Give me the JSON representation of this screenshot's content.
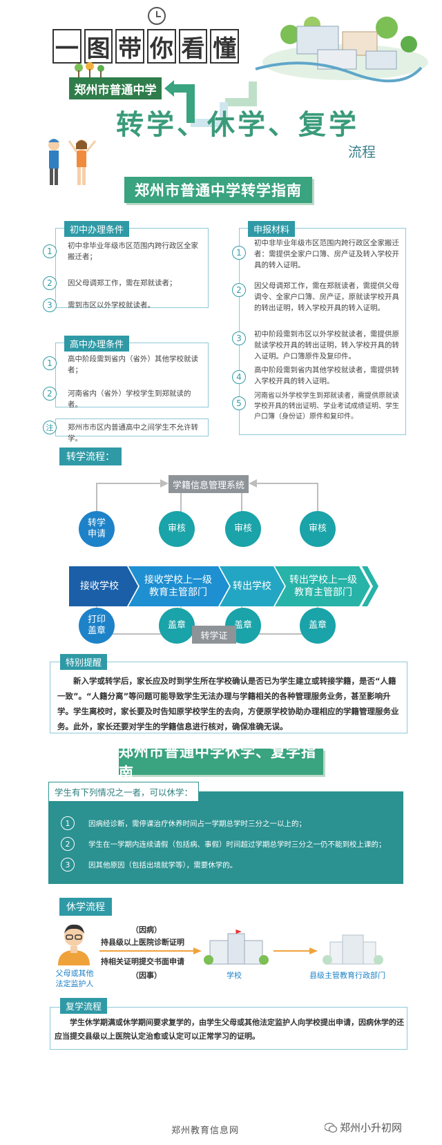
{
  "header": {
    "title_chars": [
      "一",
      "图",
      "带",
      "你",
      "看",
      "懂"
    ],
    "school": "郑州市普通中学",
    "topic": "转学、休学、复学",
    "suffix": "流程"
  },
  "transfer_guide": {
    "banner": "郑州市普通中学转学指南",
    "junior": {
      "tag": "初中办理条件",
      "items": [
        {
          "n": "1",
          "text": "初中非毕业年级市区范围内跨行政区全家搬迁者；"
        },
        {
          "n": "2",
          "text": "因父母调郑工作，需在郑就读者；"
        },
        {
          "n": "3",
          "text": "需到市区以外学校就读者。"
        }
      ]
    },
    "senior": {
      "tag": "高中办理条件",
      "items": [
        {
          "n": "1",
          "text": "高中阶段需到省内（省外）其他学校就读者；"
        },
        {
          "n": "2",
          "text": "河南省内（省外）学校学生到郑就读的者。"
        }
      ]
    },
    "note": {
      "n": "注",
      "text": "郑州市市区内普通高中之间学生不允许转学。"
    },
    "materials": {
      "tag": "申报材料",
      "items": [
        {
          "n": "1",
          "text": "初中非毕业年级市区范围内跨行政区全家搬迁者：需提供全家户口簿、房产证及转入学校开具的转入证明。"
        },
        {
          "n": "2",
          "text": "因父母调郑工作，需在郑就读者，需提供父母调令、全家户口簿、房产证，原就读学校开具的转出证明，转入学校开具的转入证明。"
        },
        {
          "n": "3",
          "text": "初中阶段需到市区以外学校就读者，需提供原就读学校开具的转出证明，转入学校开具的转入证明。户口簿原件及复印件。"
        },
        {
          "n": "4",
          "text": "高中阶段需到省内其他学校就读者，需提供转入学校开具的转入证明。"
        },
        {
          "n": "5",
          "text": "河南省以外学校学生到郑就读者，需提供原就读学校开具的转出证明、学业考试成绩证明、学生户口簿（身份证）原件和复印件。"
        }
      ]
    }
  },
  "transfer_flow": {
    "tag": "转学流程：",
    "system": "学籍信息管理系统",
    "top_circles": [
      "转学\n申请",
      "审核",
      "审核",
      "审核"
    ],
    "steps": [
      "接收学校",
      "接收学校上一级\n教育主管部门",
      "转出学校",
      "转出学校上一级\n教育主管部门"
    ],
    "bottom_circles": [
      "打印\n盖章",
      "盖章",
      "盖章",
      "盖章"
    ],
    "certificate": "转学证"
  },
  "reminder": {
    "tag": "特别提醒",
    "text": "新入学或转学后，家长应及时到学生所在学校确认是否已为学生建立或转接学籍，是否“人籍一致”。“人籍分离”等问题可能导致学生无法办理与学籍相关的各种管理服务业务，甚至影响升学。学生离校时，家长要及时告知原学校学生的去向，方便原学校协助办理相应的学籍管理服务业务。此外，家长还要对学生的学籍信息进行核对，确保准确无误。"
  },
  "suspension_guide": {
    "banner": "郑州市普通中学休学、复学指南",
    "tag": "学生有下列情况之一者，可以休学：",
    "items": [
      {
        "n": "1",
        "text": "因病经诊断，需停课治疗休养时间占一学期总学时三分之一以上的；"
      },
      {
        "n": "2",
        "text": "学生在一学期内连续请假（包括病、事假）时间超过学期总学时三分之一仍不能到校上课的；"
      },
      {
        "n": "3",
        "text": "因其他原因（包括出境就学等），需要休学的。"
      }
    ]
  },
  "suspension_flow": {
    "tag": "休学流程",
    "parent": "父母或其他\n法定监护人",
    "illness": "（因病）",
    "illness_doc": "持县级以上医院诊断证明",
    "matter_doc": "持相关证明提交书面申请",
    "matter": "（因事）",
    "school": "学校",
    "authority": "县级主管教育行政部门"
  },
  "resume_flow": {
    "tag": "复学流程",
    "text": "学生休学期满或休学期间要求复学的，由学生父母或其他法定监护人向学校提出申请，因病休学的还应当提交县级以上医院认定治愈或认定可以正常学习的证明。"
  },
  "footer": {
    "source": "郑州教育信息网",
    "wechat": "郑州小升初网"
  },
  "colors": {
    "teal": "#2f9aa6",
    "green": "#3aa37f",
    "blue": "#1e82c8",
    "dark_blue": "#1b5fa8"
  }
}
